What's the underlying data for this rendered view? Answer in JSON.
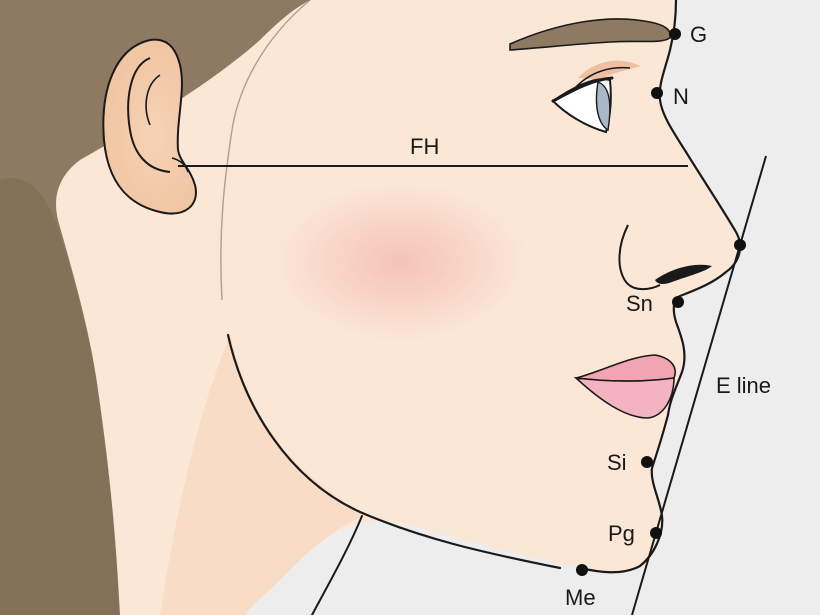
{
  "colors": {
    "background": "#ededed",
    "hair": "#8e7a63",
    "skin": "#fbe7d6",
    "skin_shadow": "#f3c9a6",
    "cheek_blush": "#f3b7ae",
    "lips": "#f1a4b2",
    "outline": "#1a1a1a",
    "iris": "#a9b7c6"
  },
  "lines": {
    "fh_label": "FH",
    "eline_label": "E line"
  },
  "landmarks": [
    {
      "id": "G",
      "label": "G"
    },
    {
      "id": "N",
      "label": "N"
    },
    {
      "id": "Prn",
      "label": ""
    },
    {
      "id": "Sn",
      "label": "Sn"
    },
    {
      "id": "Si",
      "label": "Si"
    },
    {
      "id": "Pg",
      "label": "Pg"
    },
    {
      "id": "Me",
      "label": "Me"
    }
  ]
}
